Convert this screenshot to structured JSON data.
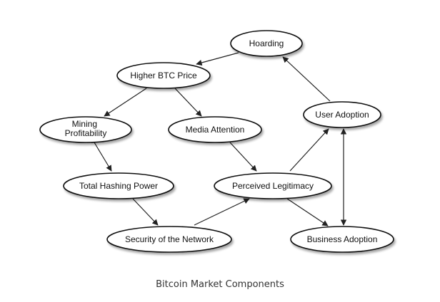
{
  "nodes": {
    "hoarding": "Hoarding",
    "higher_btc_price": "Higher BTC Price",
    "mining_profitability": [
      "Mining",
      "Profitability"
    ],
    "media_attention": "Media Attention",
    "user_adoption": "User Adoption",
    "total_hashing_power": "Total Hashing Power",
    "perceived_legitimacy": "Perceived Legitimacy",
    "security_of_network": "Security of the Network",
    "business_adoption": "Business Adoption"
  },
  "caption": "Bitcoin Market Components"
}
